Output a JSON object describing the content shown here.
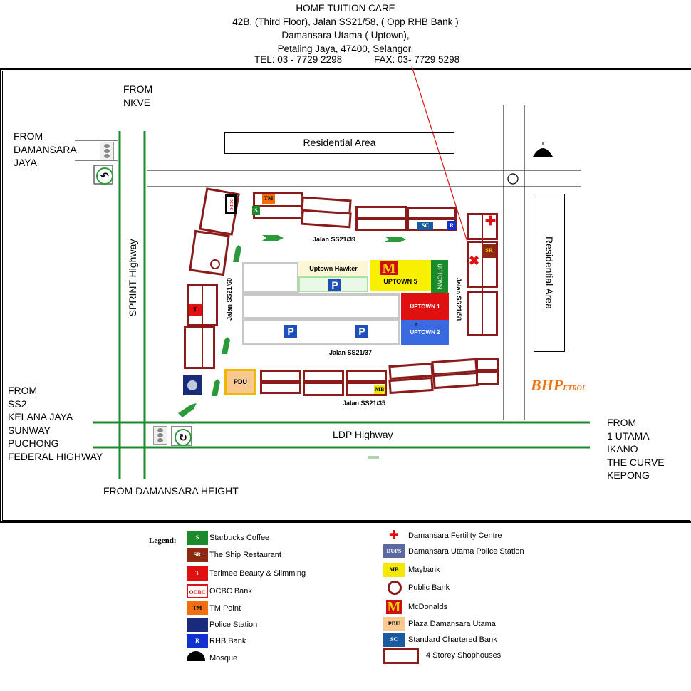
{
  "header": {
    "lines": [
      "HOME TUITION CARE",
      "42B, (Third Floor), Jalan SS21/58, ( Opp RHB Bank )",
      "Damansara Utama ( Uptown),",
      "Petaling Jaya, 47400, Selangor."
    ],
    "tel": "TEL:  03 - 7729 2298",
    "fax": "FAX: 03- 7729 5298"
  },
  "map": {
    "from_nkve": [
      "FROM",
      "NKVE"
    ],
    "from_damansara_jaya": [
      "FROM",
      "DAMANSARA",
      "JAYA"
    ],
    "from_west": [
      "FROM",
      "SS2",
      "KELANA JAYA",
      "SUNWAY",
      "PUCHONG",
      "FEDERAL HIGHWAY"
    ],
    "from_east": [
      "FROM",
      "1 UTAMA",
      "IKANO",
      "THE CURVE",
      "KEPONG"
    ],
    "from_south": "FROM DAMANSARA HEIGHT",
    "residential_top": "Residential Area",
    "residential_right": "Residential Area",
    "sprint_highway": "SPRINT Highway",
    "ldp_highway": "LDP Highway",
    "jalan_39": "Jalan SS21/39",
    "jalan_37": "Jalan SS21/37",
    "jalan_35": "Jalan SS21/35",
    "jalan_60": "Jalan SS21/60",
    "jalan_58": "Jalan SS21/58",
    "uptown_hawker": "Uptown Hawker",
    "uptown_5": "UPTOWN 5",
    "uptown_1": "UPTOWN 1",
    "uptown_2": "UPTOWN 2",
    "uptown_vertical": "UPTOWN",
    "pdu": "PDU",
    "parking": "P",
    "bhp": "BHP",
    "bhp_suffix": "ETROL",
    "badges": {
      "tm": "TM",
      "s": "S",
      "ocbc": "OCBC",
      "sc": "SC",
      "r": "R",
      "sr": "SR",
      "t": "T",
      "mb": "MB",
      "mcd": "M",
      "a": "a"
    }
  },
  "legend": {
    "title": "Legend:",
    "left": [
      {
        "code": "S",
        "label": "Starbucks Coffee",
        "color": "#1a8a2a"
      },
      {
        "code": "SR",
        "label": "The Ship Restaurant",
        "color": "#8b2a10"
      },
      {
        "code": "T",
        "label": "Terimee Beauty & Slimming",
        "color": "#e01010"
      },
      {
        "code": "OCBC",
        "label": "OCBC Bank",
        "color": "#e01010"
      },
      {
        "code": "TM",
        "label": "TM Point",
        "color": "#f07010"
      },
      {
        "code": "",
        "label": "Police Station",
        "color": "#1a2a7a"
      },
      {
        "code": "R",
        "label": "RHB Bank",
        "color": "#1030d0"
      },
      {
        "code": "",
        "label": "Mosque",
        "color": "#000000"
      }
    ],
    "right": [
      {
        "code": "",
        "label": "Damansara Fertility Centre",
        "color": "#e01010"
      },
      {
        "code": "DUPS",
        "label": "Damansara Utama Police Station",
        "color": "#5a6aa0"
      },
      {
        "code": "MB",
        "label": "Maybank",
        "color": "#f5e800"
      },
      {
        "code": "",
        "label": "Public Bank",
        "color": "#8b1a1a"
      },
      {
        "code": "M",
        "label": "McDonalds",
        "color": "#d01010"
      },
      {
        "code": "PDU",
        "label": "Plaza Damansara Utama",
        "color": "#f8c890"
      },
      {
        "code": "SC",
        "label": "Standard Chartered Bank",
        "color": "#1a5aa0"
      },
      {
        "code": "",
        "label": "4 Storey Shophouses",
        "color": "#8b1a1a"
      }
    ]
  }
}
